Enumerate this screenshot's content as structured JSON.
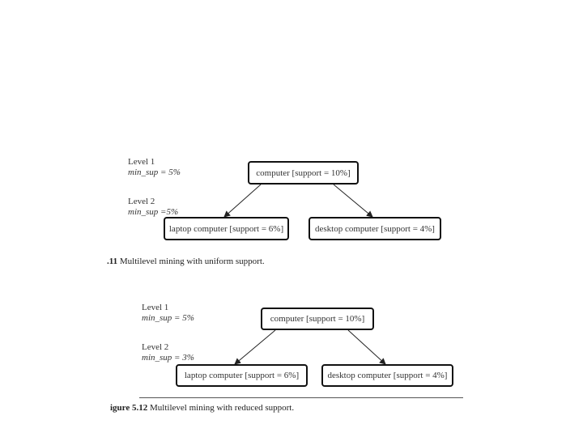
{
  "figures": [
    {
      "level1_label": "Level 1",
      "level1_minsup": "min_sup = 5%",
      "level2_label": "Level 2",
      "level2_minsup": "min_sup =5%",
      "root": "computer [support = 10%]",
      "left_child": "laptop computer [support = 6%]",
      "right_child": "desktop computer [support = 4%]",
      "caption_number": ".11",
      "caption_text": "Multilevel mining with uniform support."
    },
    {
      "level1_label": "Level 1",
      "level1_minsup": "min_sup = 5%",
      "level2_label": "Level 2",
      "level2_minsup": "min_sup = 3%",
      "root": "computer [support = 10%]",
      "left_child": "laptop computer [support = 6%]",
      "right_child": "desktop computer [support = 4%]",
      "caption_number": "igure 5.12",
      "caption_text": "Multilevel mining with reduced support."
    }
  ]
}
